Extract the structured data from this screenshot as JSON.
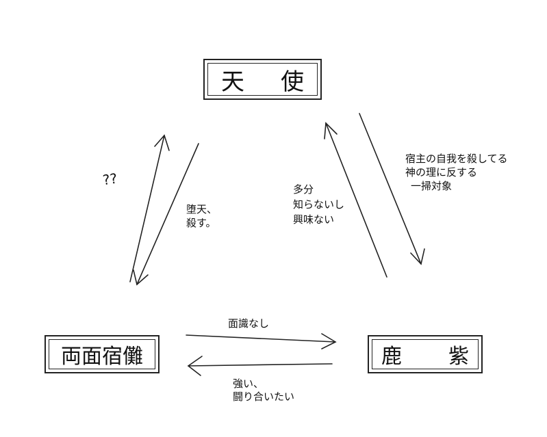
{
  "nodes": {
    "angel": {
      "left": "天",
      "right": "使"
    },
    "sukuna": {
      "label": "両面宿儺"
    },
    "kashimo": {
      "left": "鹿",
      "right": "紫"
    }
  },
  "edges": {
    "sukuna_to_angel": "??",
    "angel_to_sukuna": [
      "堕天、",
      "殺す。"
    ],
    "kashimo_to_angel": [
      "多分",
      "知らないし",
      "興味ない"
    ],
    "angel_to_kashimo": [
      "宿主の自我を殺してる",
      "神の理に反する",
      "一掃対象"
    ],
    "sukuna_to_kashimo": "面識なし",
    "kashimo_to_sukuna": [
      "強い、",
      "闘り合いたい"
    ]
  }
}
